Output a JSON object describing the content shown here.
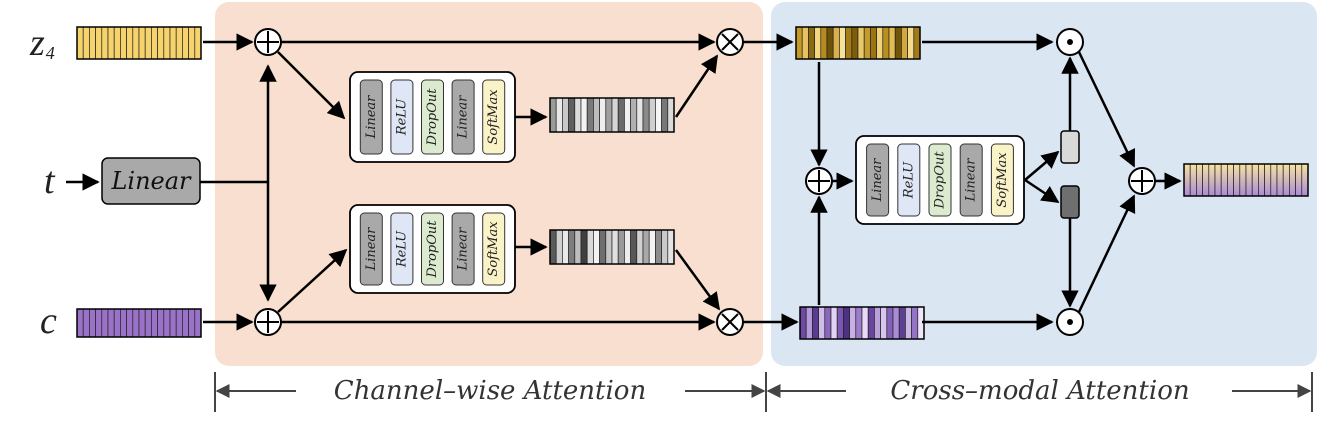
{
  "inputs": {
    "z_main": "z",
    "z_sub": "4",
    "t": "t",
    "c": "c"
  },
  "linear_box_label": "Linear",
  "mlp_layers": [
    "Linear",
    "ReLU",
    "DropOut",
    "Linear",
    "SoftMax"
  ],
  "mlp_layer_colors": [
    "#a9a9a9",
    "#dfe6f5",
    "#dcebd0",
    "#a9a9a9",
    "#fbf3c8"
  ],
  "sections": {
    "channel": "Channel–wise Attention",
    "cross": "Cross–modal Attention"
  },
  "colors": {
    "channel_bg": "#f8dfcf",
    "cross_bg": "#dbe6f3",
    "yellow": "#f6d36c",
    "purple": "#9a72c7"
  }
}
